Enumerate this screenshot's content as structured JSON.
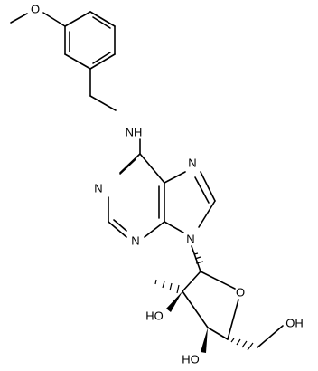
{
  "structure": {
    "atoms": [
      {
        "key": "O_methoxy",
        "text": "O"
      },
      {
        "key": "NH",
        "text": "NH"
      },
      {
        "key": "N7",
        "text": "N"
      },
      {
        "key": "N1",
        "text": "N"
      },
      {
        "key": "N3",
        "text": "N"
      },
      {
        "key": "N9",
        "text": "N"
      },
      {
        "key": "O_ring",
        "text": "O"
      },
      {
        "key": "HO_2",
        "text": "HO"
      },
      {
        "key": "OH_5",
        "text": "OH"
      },
      {
        "key": "HO_3",
        "text": "HO"
      }
    ],
    "colors": {
      "bond": "#000000",
      "label": "#000000",
      "background": "#ffffff"
    }
  }
}
